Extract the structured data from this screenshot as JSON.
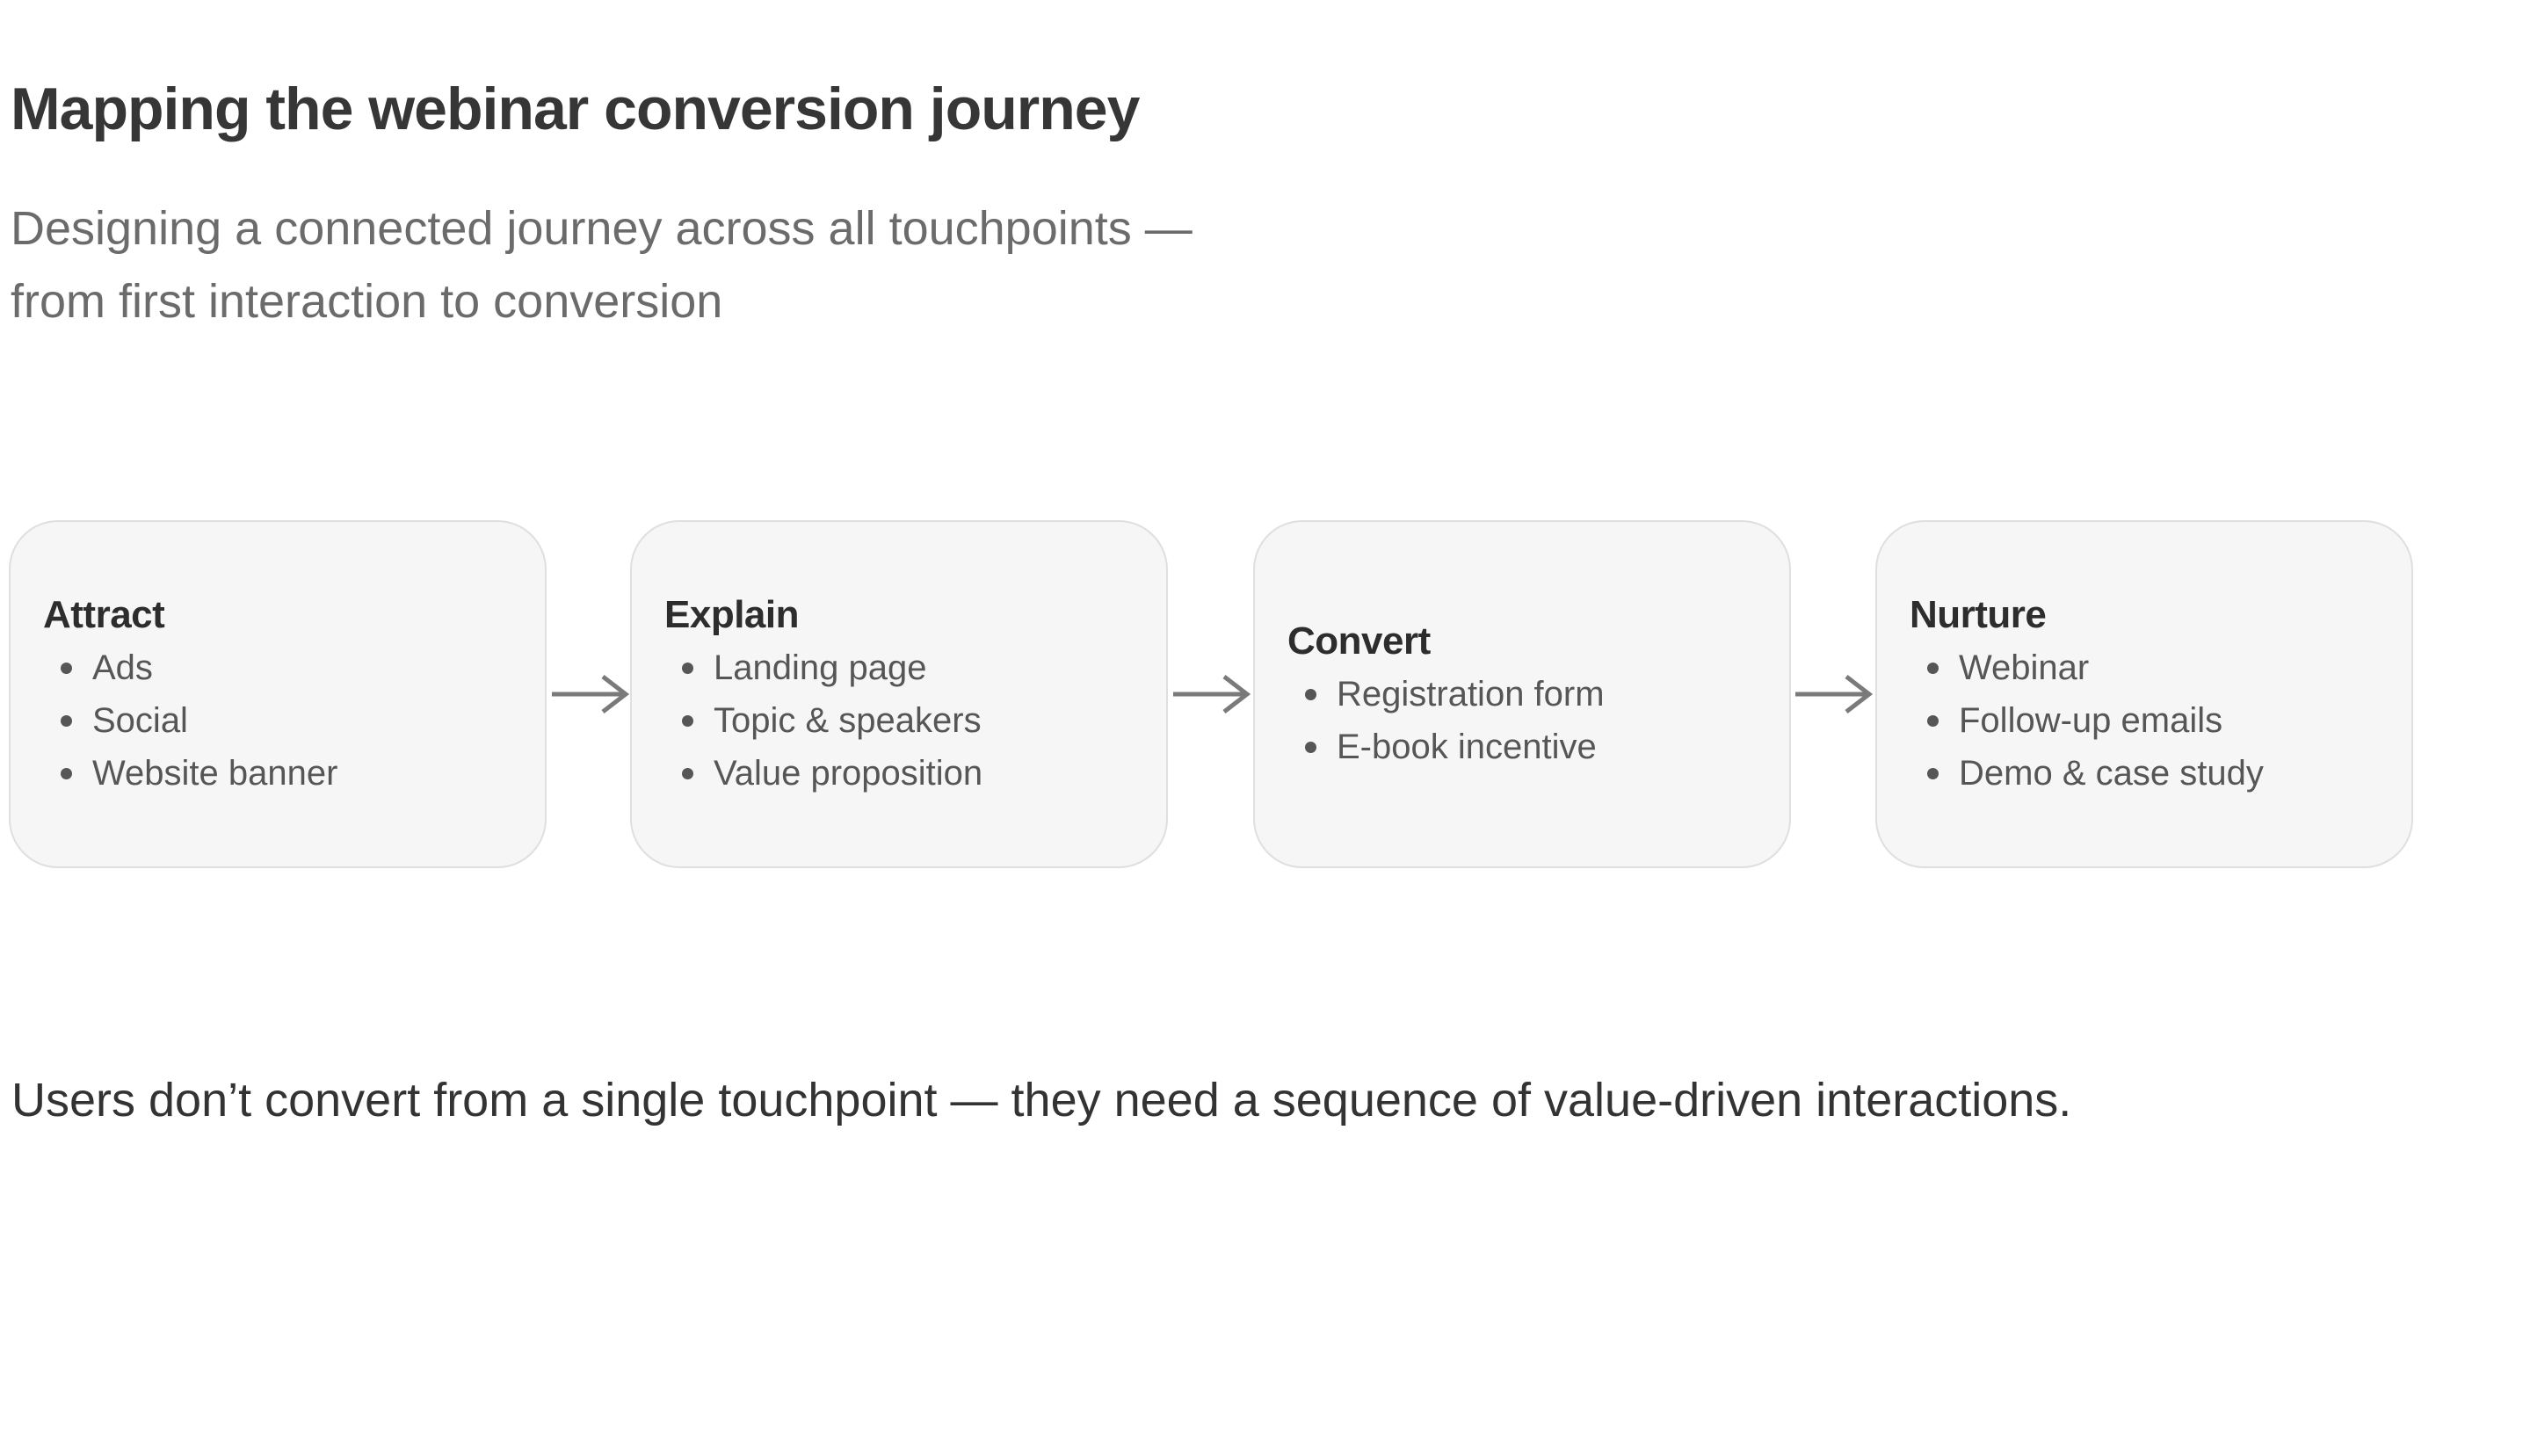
{
  "page": {
    "title": "Mapping the webinar conversion journey",
    "subtitle_line1": "Designing a connected journey across all touchpoints —",
    "subtitle_line2": "from first interaction to conversion",
    "footer": "Users don’t convert from a single touchpoint — they need a sequence of value-driven interactions."
  },
  "flow": {
    "stages": [
      {
        "title": "Attract",
        "items": [
          "Ads",
          "Social",
          "Website banner"
        ]
      },
      {
        "title": "Explain",
        "items": [
          "Landing page",
          "Topic & speakers",
          "Value proposition"
        ]
      },
      {
        "title": "Convert",
        "items": [
          "Registration form",
          "E-book incentive"
        ]
      },
      {
        "title": "Nurture",
        "items": [
          "Webinar",
          "Follow-up emails",
          "Demo & case study"
        ]
      }
    ]
  },
  "colors": {
    "card_background": "#f6f6f6",
    "card_border": "#dfdfdf",
    "arrow": "#7a7a7a",
    "title_text": "#363636",
    "subtitle_text": "#6b6b6b",
    "card_title_text": "#2d2d2d",
    "bullet_text": "#565656",
    "footer_text": "#333333"
  }
}
